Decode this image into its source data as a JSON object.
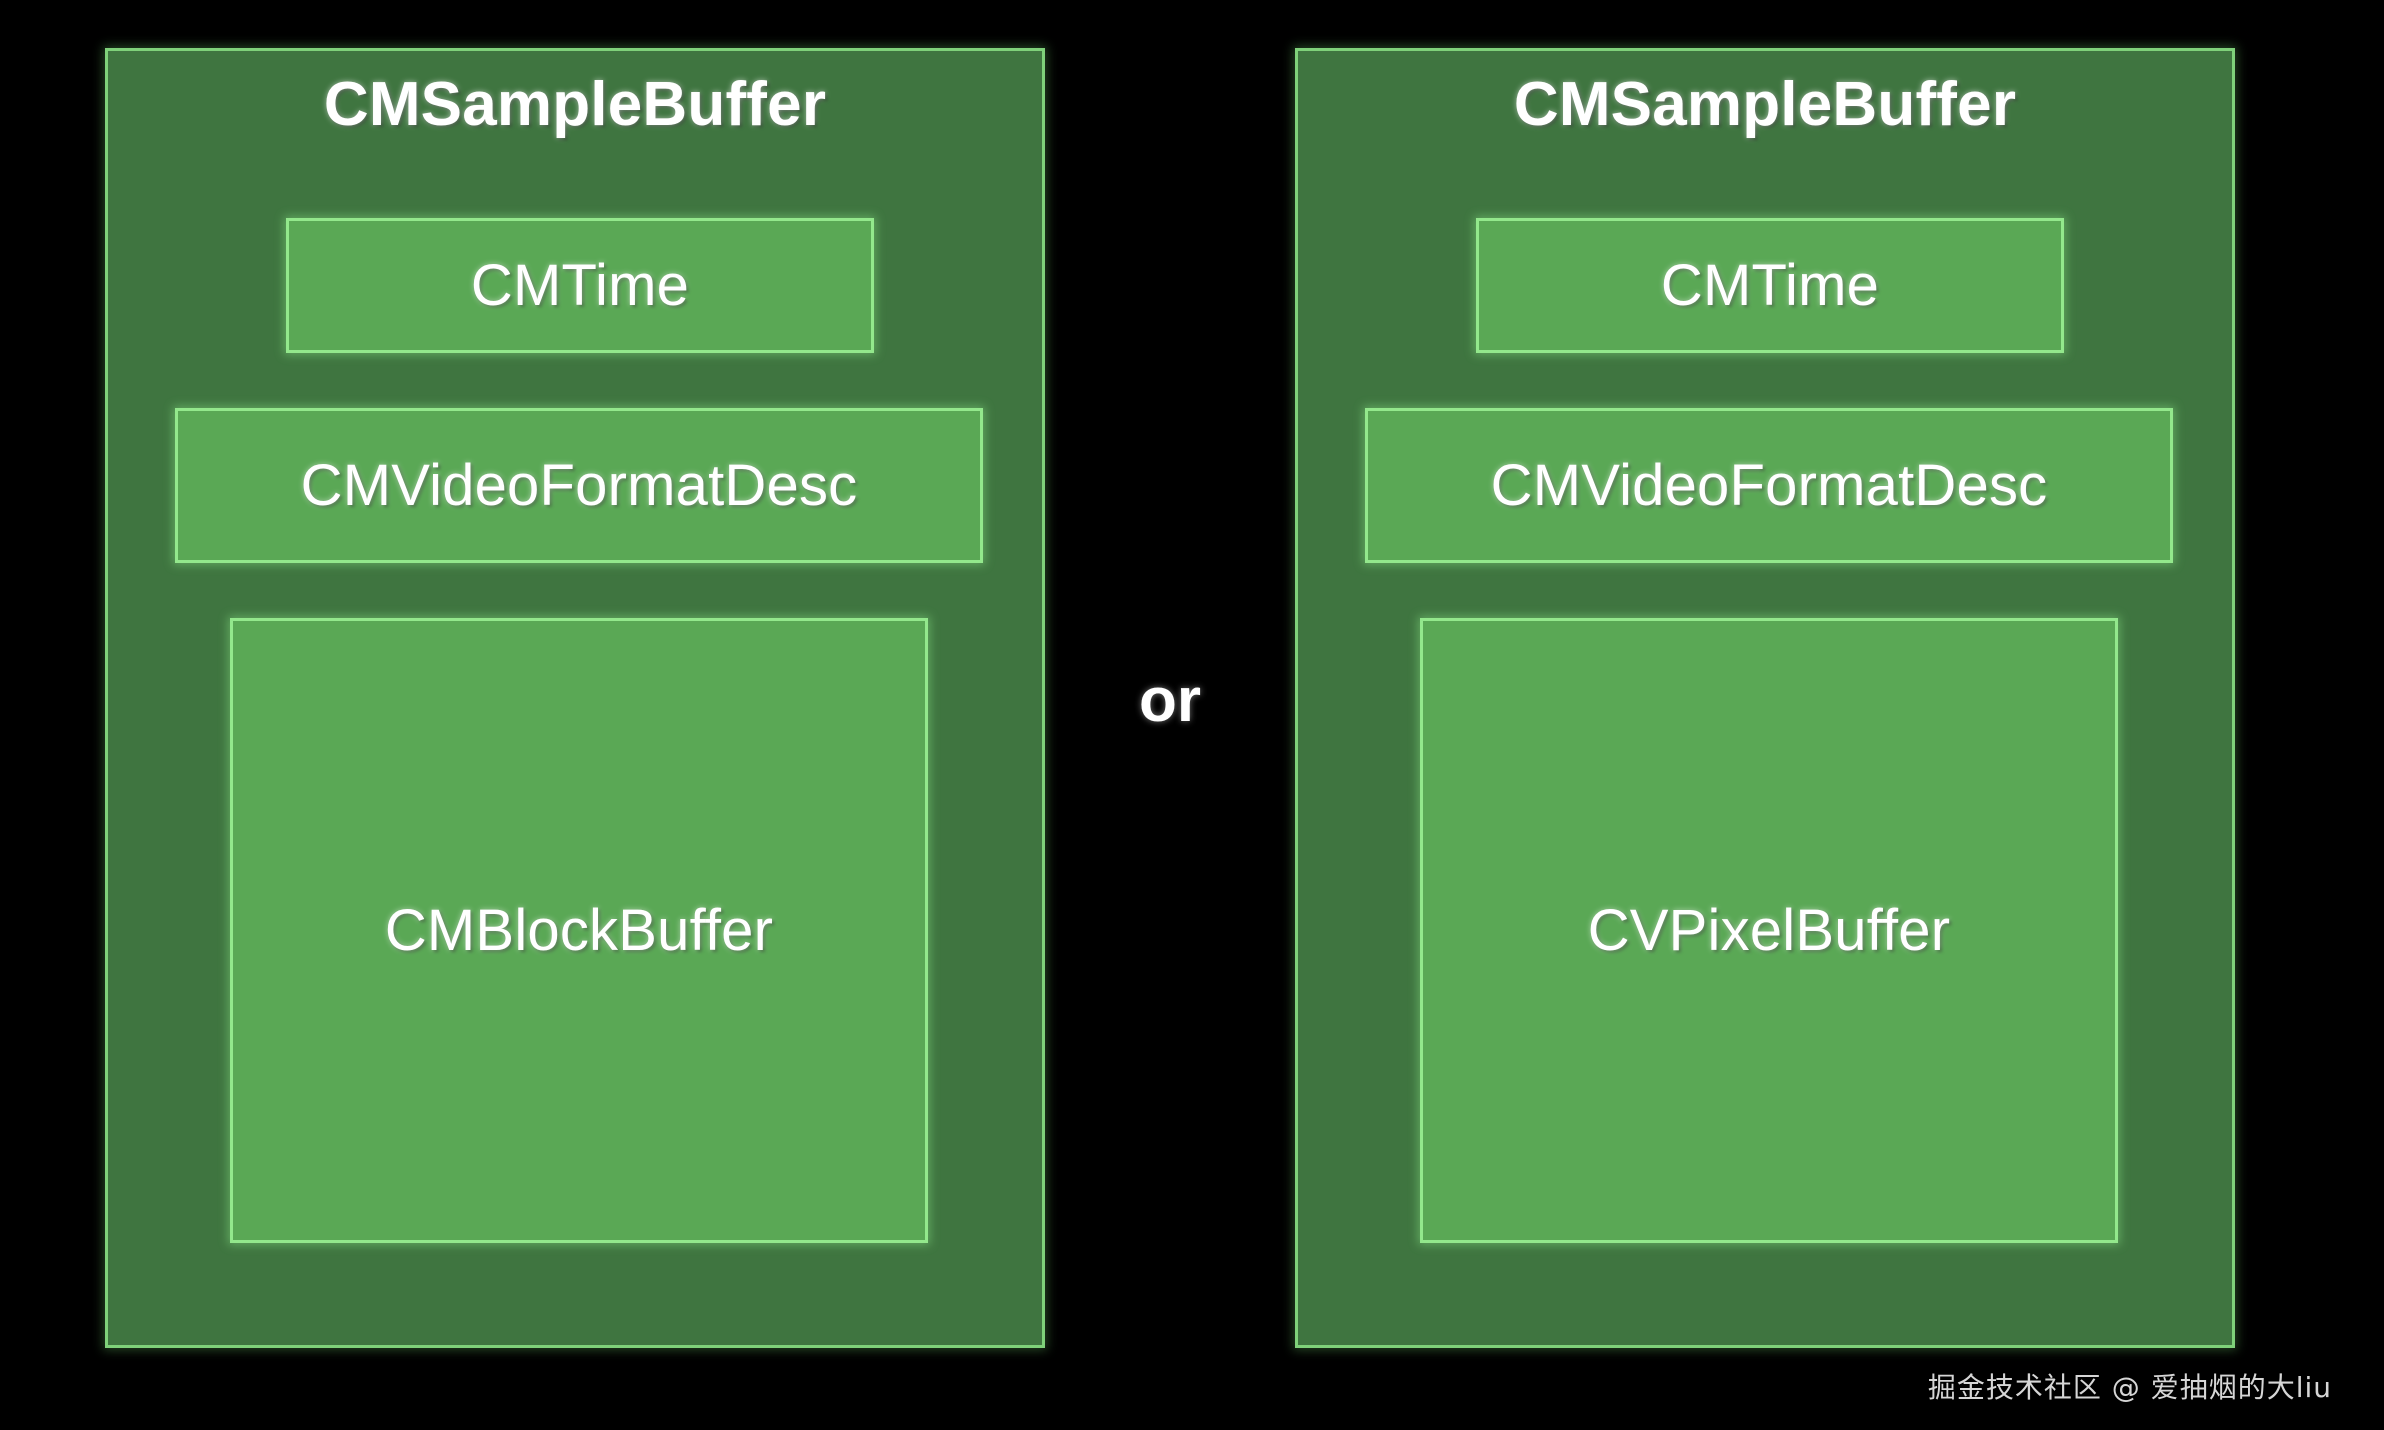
{
  "background_color": "#000000",
  "colors": {
    "panel_fill": "#3f7540",
    "panel_border": "#7fd17a",
    "inner_fill": "#5aa855",
    "inner_border": "#93e88c",
    "text": "#ffffff",
    "watermark_text": "#d6d6d6"
  },
  "diagram": {
    "separator_label": "or",
    "panels": [
      {
        "id": "left",
        "title": "CMSampleBuffer",
        "children": [
          {
            "id": "cmtime",
            "label": "CMTime"
          },
          {
            "id": "cmvideoformatdesc",
            "label": "CMVideoFormatDesc"
          },
          {
            "id": "cmblockbuffer",
            "label": "CMBlockBuffer"
          }
        ]
      },
      {
        "id": "right",
        "title": "CMSampleBuffer",
        "children": [
          {
            "id": "cmtime",
            "label": "CMTime"
          },
          {
            "id": "cmvideoformatdesc",
            "label": "CMVideoFormatDesc"
          },
          {
            "id": "cvpixelbuffer",
            "label": "CVPixelBuffer"
          }
        ]
      }
    ]
  },
  "watermark": {
    "text": "掘金技术社区 @ 爱抽烟的大liu"
  }
}
